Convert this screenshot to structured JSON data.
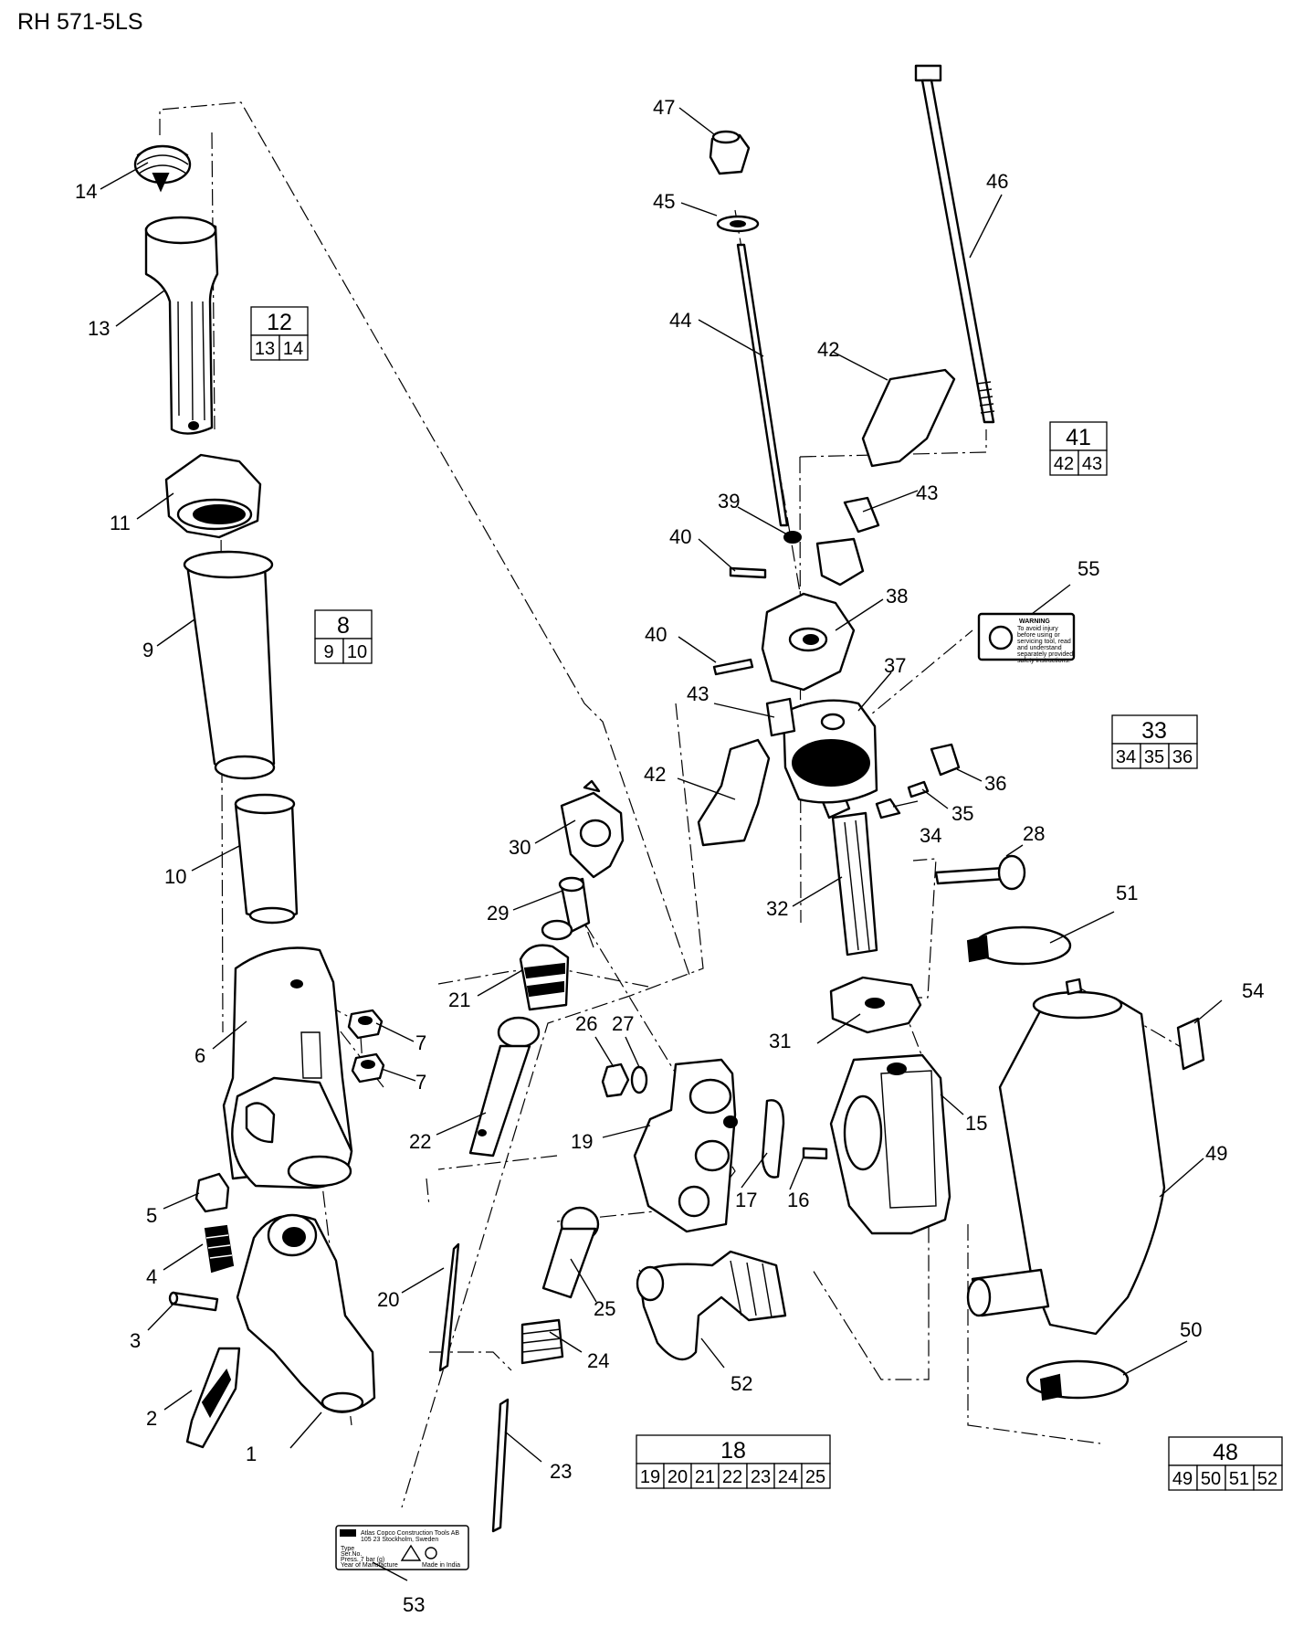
{
  "title": "RH 571-5LS",
  "part_labels": [
    "1",
    "2",
    "3",
    "4",
    "5",
    "6",
    "7",
    "7",
    "9",
    "10",
    "11",
    "13",
    "14",
    "15",
    "16",
    "17",
    "19",
    "20",
    "21",
    "22",
    "23",
    "24",
    "25",
    "26",
    "27",
    "28",
    "29",
    "30",
    "31",
    "32",
    "34",
    "35",
    "36",
    "37",
    "38",
    "39",
    "40",
    "40",
    "42",
    "42",
    "43",
    "43",
    "44",
    "45",
    "46",
    "47",
    "49",
    "50",
    "51",
    "52",
    "53",
    "54",
    "55"
  ],
  "kits": [
    {
      "id": "12",
      "parts": [
        "13",
        "14"
      ]
    },
    {
      "id": "8",
      "parts": [
        "9",
        "10"
      ]
    },
    {
      "id": "41",
      "parts": [
        "42",
        "43"
      ]
    },
    {
      "id": "33",
      "parts": [
        "34",
        "35",
        "36"
      ]
    },
    {
      "id": "18",
      "parts": [
        "19",
        "20",
        "21",
        "22",
        "23",
        "24",
        "25"
      ]
    },
    {
      "id": "48",
      "parts": [
        "49",
        "50",
        "51",
        "52"
      ]
    }
  ],
  "warning_label": {
    "heading": "WARNING",
    "lines": [
      "To avoid injury",
      "before using or",
      "servicing tool, read",
      "and understand",
      "separately provided",
      "safety instructions."
    ]
  },
  "nameplate": {
    "lines": [
      "Atlas Copco Construction Tools AB",
      "105 23 Stockholm, Sweden",
      "Type",
      "Ser.No.",
      "Press. 7 bar (g)",
      "Year of Manufacture",
      "Made in India"
    ]
  }
}
